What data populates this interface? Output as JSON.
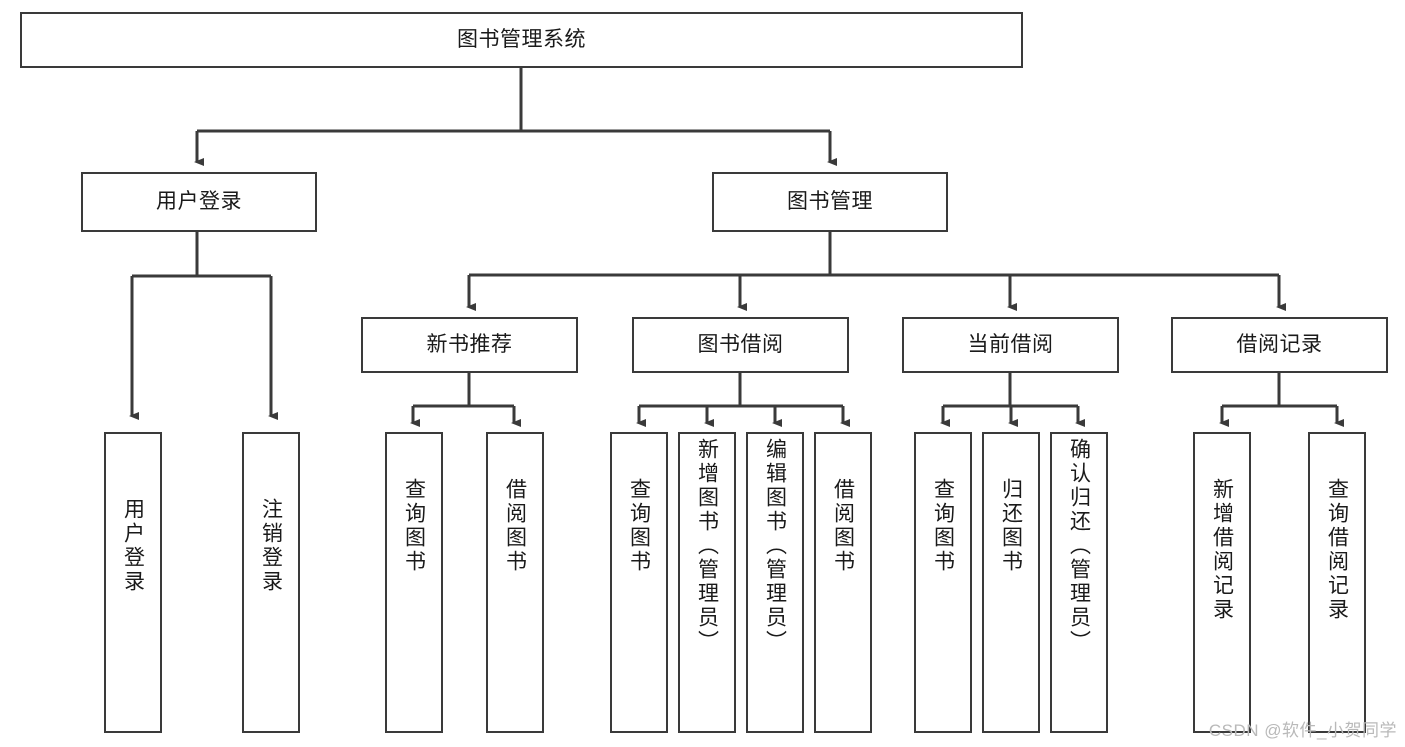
{
  "diagram": {
    "title": "图书管理系统",
    "watermark": "CSDN @软件_小贺同学",
    "root": {
      "label": "图书管理系统"
    },
    "level2": [
      {
        "label": "用户登录"
      },
      {
        "label": "图书管理"
      }
    ],
    "level3": [
      {
        "label": "新书推荐"
      },
      {
        "label": "图书借阅"
      },
      {
        "label": "当前借阅"
      },
      {
        "label": "借阅记录"
      }
    ],
    "leaves": {
      "user_login": [
        {
          "label": "用户登录"
        },
        {
          "label": "注销登录"
        }
      ],
      "new_book_recommend": [
        {
          "label": "查询图书"
        },
        {
          "label": "借阅图书"
        }
      ],
      "book_borrow": [
        {
          "label": "查询图书"
        },
        {
          "label": "新增图书（管理员）"
        },
        {
          "label": "编辑图书（管理员）"
        },
        {
          "label": "借阅图书"
        }
      ],
      "current_borrow": [
        {
          "label": "查询图书"
        },
        {
          "label": "归还图书"
        },
        {
          "label": "确认归还（管理员）"
        }
      ],
      "borrow_record": [
        {
          "label": "新增借阅记录"
        },
        {
          "label": "查询借阅记录"
        }
      ]
    }
  },
  "colors": {
    "stroke": "#3a3a3a",
    "background": "#ffffff",
    "text": "#1a1a1a",
    "watermark": "#b9b9b9"
  }
}
